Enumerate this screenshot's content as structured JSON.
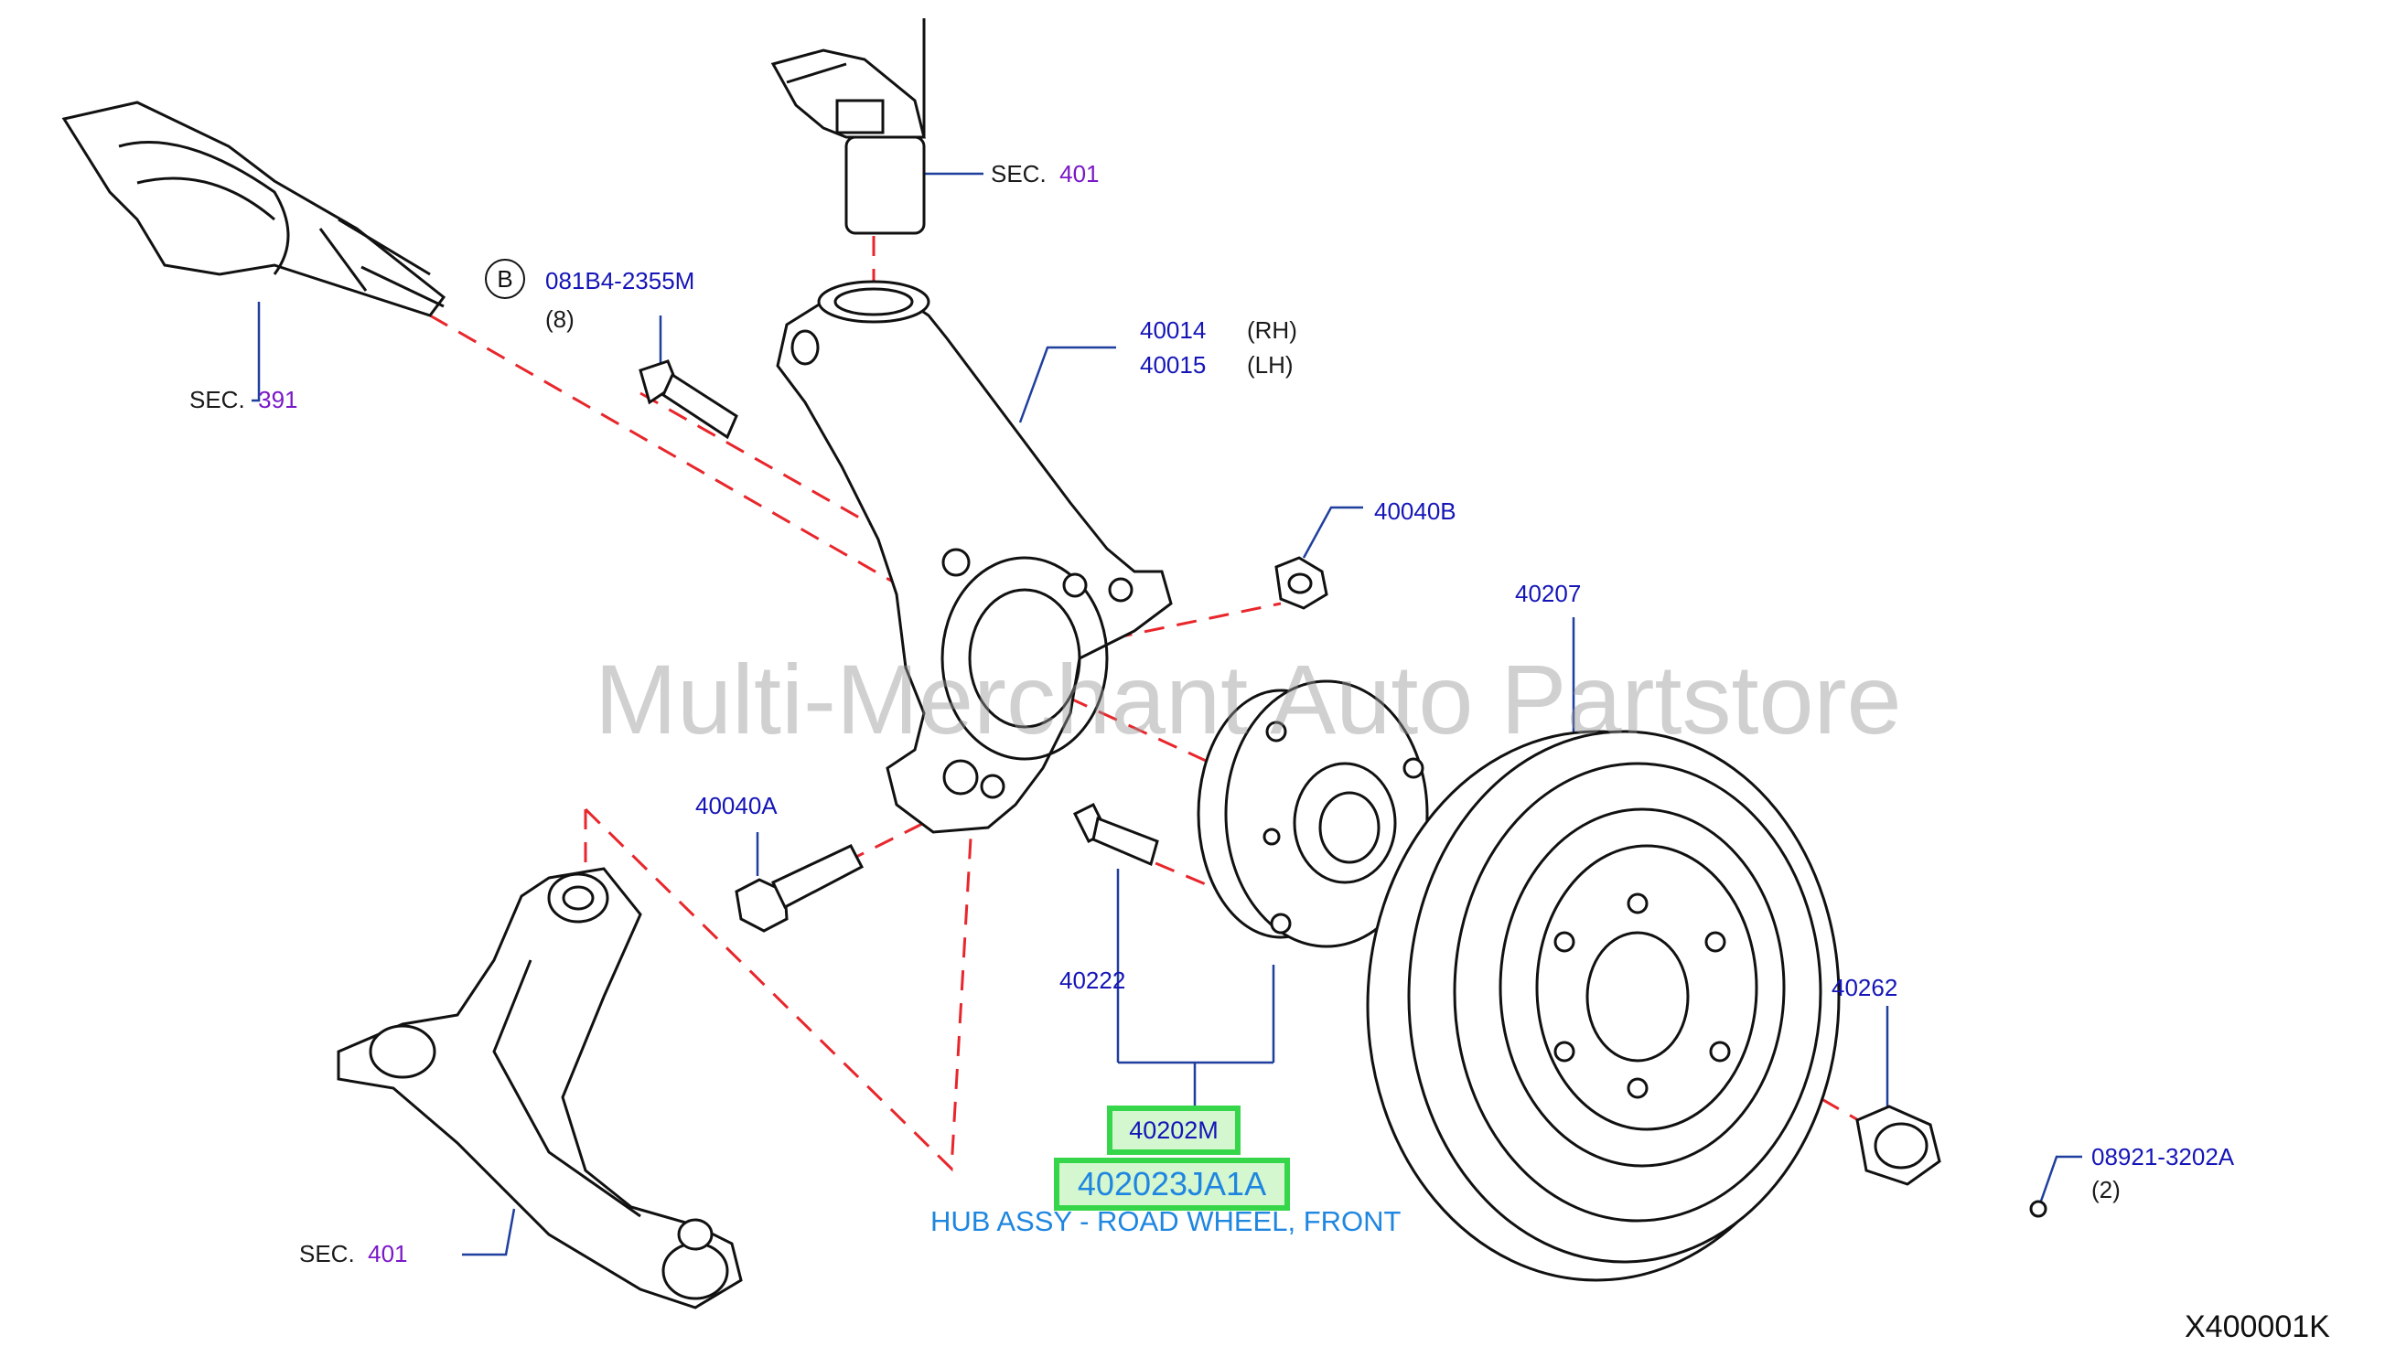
{
  "watermark": "Multi-Merchant Auto Partstore",
  "diagram_code": "X400001K",
  "bolt_marker": "B",
  "labels": {
    "sec_strut_prefix": "SEC.",
    "sec_strut_num": "401",
    "sec_driveshaft_prefix": "SEC.",
    "sec_driveshaft_num": "391",
    "sec_arm_prefix": "SEC.",
    "sec_arm_num": "401",
    "bolt_b_part": "081B4-2355M",
    "bolt_b_qty": "(8)",
    "knuckle_rh_part": "40014",
    "knuckle_rh_side": "(RH)",
    "knuckle_lh_part": "40015",
    "knuckle_lh_side": "(LH)",
    "nut_40040b": "40040B",
    "bolt_40040a": "40040A",
    "rotor_40207": "40207",
    "stud_40222": "40222",
    "nut_40262": "40262",
    "pin_part": "08921-3202A",
    "pin_qty": "(2)",
    "hub_part": "40202M",
    "hub_oem_part": "402023JA1A",
    "hub_description": "HUB ASSY - ROAD WHEEL, FRONT"
  },
  "colors": {
    "part_number": "#1515b8",
    "section_number": "#7a18c8",
    "highlight_border": "#36d64a",
    "description": "#1f86e0",
    "dashed_line": "#e8262b"
  }
}
